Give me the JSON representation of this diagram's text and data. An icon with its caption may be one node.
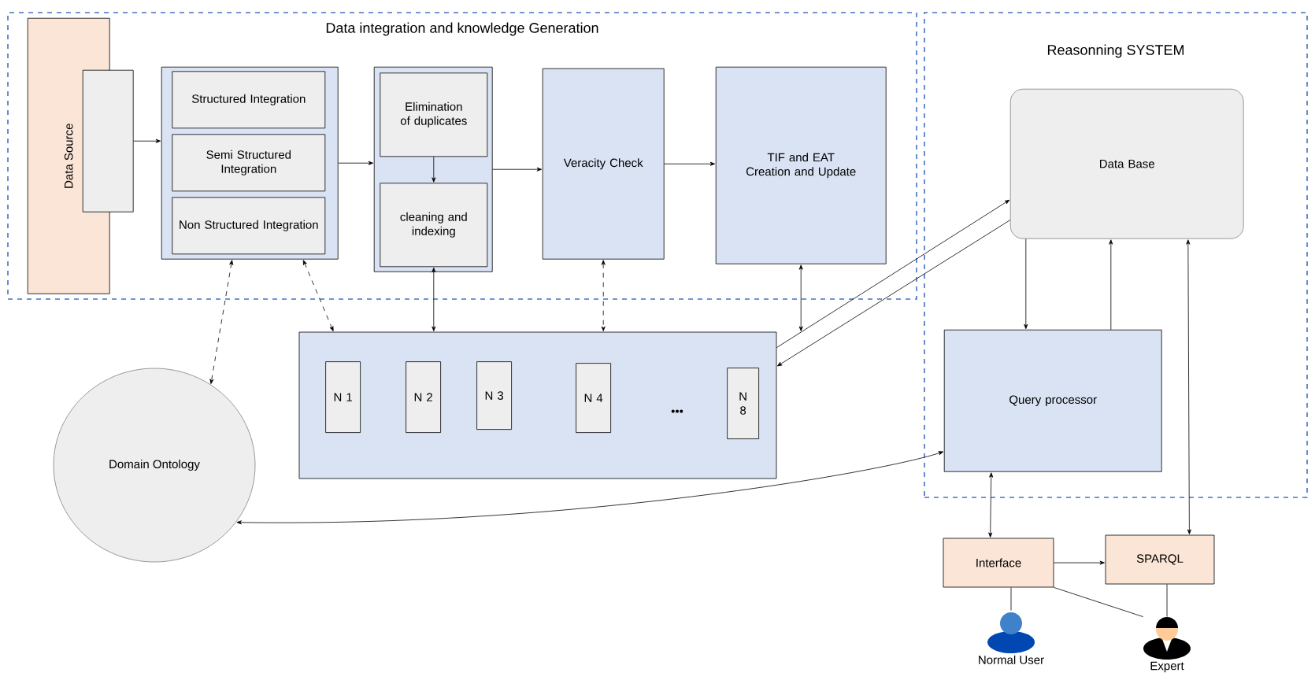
{
  "diagram": {
    "nodes": [
      {
        "text": [
          "Data integration and knowledge Generation"
        ]
      },
      {
        "text": [
          "Reasonning SYSTEM"
        ]
      },
      {
        "text": [
          "Data Source"
        ],
        "in": 0
      },
      {
        "text": [],
        "shape": "box",
        "in": 0
      },
      {
        "text": [],
        "shape": "box",
        "in": 0
      },
      {
        "text": [
          "Structured Integration"
        ],
        "in": 4
      },
      {
        "text": [
          "Semi Structured Integration"
        ],
        "in": 4
      },
      {
        "text": [
          "Non Structured Integration"
        ],
        "in": 4
      },
      {
        "text": [],
        "shape": "box",
        "in": 0
      },
      {
        "text": [
          "Elimination of duplicates"
        ],
        "in": 8
      },
      {
        "text": [
          "cleaning and indexing"
        ],
        "in": 8
      },
      {
        "text": [
          "Veracity Check"
        ],
        "in": 0
      },
      {
        "text": [
          "TIF and EAT Creation and Update"
        ],
        "in": 0
      },
      {
        "text": [
          "Data Base"
        ],
        "in": 1
      },
      {
        "text": [
          "Query processor"
        ],
        "in": 1
      },
      {
        "text": [],
        "shape": "box"
      },
      {
        "text": [
          "N 1"
        ],
        "in": 15
      },
      {
        "text": [
          "N 2"
        ],
        "in": 15
      },
      {
        "text": [
          "N 3"
        ],
        "in": 15
      },
      {
        "text": [
          "N 4"
        ],
        "in": 15
      },
      {
        "text": [
          "N 8"
        ],
        "in": 15
      },
      {
        "text": [
          "Domain Ontology"
        ]
      },
      {
        "text": [
          "Interface"
        ]
      },
      {
        "text": [
          "SPARQL"
        ]
      },
      {
        "text": [
          "Normal User"
        ]
      },
      {
        "text": [
          "Expert"
        ]
      }
    ],
    "edges": [
      {
        "from": 3,
        "to": 4,
        "arrow": "to"
      },
      {
        "from": 4,
        "to": 8,
        "arrow": "to"
      },
      {
        "from": 9,
        "to": 10,
        "arrow": "to"
      },
      {
        "from": 8,
        "to": 11,
        "arrow": "to"
      },
      {
        "from": 11,
        "to": 12,
        "arrow": "to"
      },
      {
        "from": 4,
        "to": 21,
        "arrow": "both",
        "style": "dashed"
      },
      {
        "from": 4,
        "to": 15,
        "arrow": "both",
        "style": "dashed"
      },
      {
        "from": 10,
        "to": 15,
        "arrow": "both"
      },
      {
        "from": 11,
        "to": 15,
        "arrow": "both",
        "style": "dashed"
      },
      {
        "from": 12,
        "to": 15,
        "arrow": "both"
      },
      {
        "from": 15,
        "to": 13,
        "arrow": "to"
      },
      {
        "from": 13,
        "to": 15,
        "arrow": "to"
      },
      {
        "from": 13,
        "to": 14,
        "arrow": "to"
      },
      {
        "from": 14,
        "to": 13,
        "arrow": "to"
      },
      {
        "from": 23,
        "to": 13,
        "arrow": "both"
      },
      {
        "from": 21,
        "to": 14,
        "arrow": "both"
      },
      {
        "from": 14,
        "to": 22,
        "arrow": "both"
      },
      {
        "from": 22,
        "to": 23,
        "arrow": "to"
      },
      {
        "from": 22,
        "to": 24,
        "arrow": "none"
      },
      {
        "from": 22,
        "to": 25,
        "arrow": "none"
      },
      {
        "from": 23,
        "to": 25,
        "arrow": "none"
      }
    ],
    "labels": [
      "•••"
    ]
  }
}
